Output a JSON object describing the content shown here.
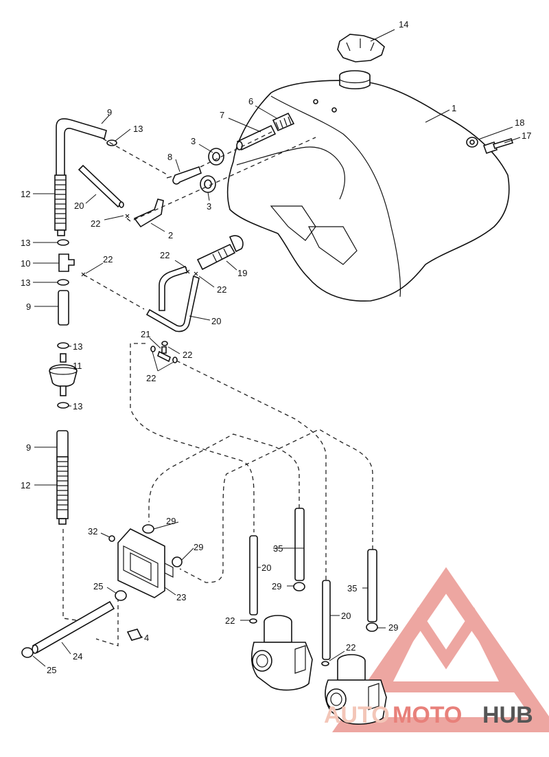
{
  "callouts": {
    "c1": "1",
    "c2": "2",
    "c3a": "3",
    "c3b": "3",
    "c4": "4",
    "c6": "6",
    "c7": "7",
    "c8": "8",
    "c9a": "9",
    "c9b": "9",
    "c9c": "9",
    "c10": "10",
    "c11": "11",
    "c12a": "12",
    "c12b": "12",
    "c13a": "13",
    "c13b": "13",
    "c13c": "13",
    "c13d": "13",
    "c13e": "13",
    "c14": "14",
    "c17": "17",
    "c18": "18",
    "c19": "19",
    "c20a": "20",
    "c20b": "20",
    "c20c": "20",
    "c20d": "20",
    "c21": "21",
    "c22a": "22",
    "c22b": "22",
    "c22c": "22",
    "c22d": "22",
    "c22e": "22",
    "c22f": "22",
    "c22g": "22",
    "c22h": "22",
    "c23": "23",
    "c24": "24",
    "c25a": "25",
    "c25b": "25",
    "c29a": "29",
    "c29b": "29",
    "c29c": "29",
    "c29d": "29",
    "c32": "32",
    "c35a": "35",
    "c35b": "35"
  },
  "watermark": {
    "part1": "AUTO",
    "part2": "MOTO",
    "part3": "HUB"
  },
  "colors": {
    "watermark_red": "#e8807a",
    "watermark_grey": "#555555",
    "line": "#111111"
  }
}
